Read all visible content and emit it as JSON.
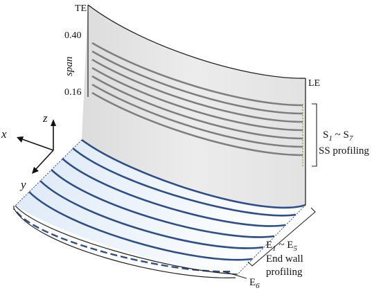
{
  "labels": {
    "te": "TE",
    "le": "LE",
    "span_axis": "span",
    "tick_top": "0.40",
    "tick_bottom": "0.16",
    "axis_x": "x",
    "axis_y": "y",
    "axis_z": "z",
    "ss_prefix": "S",
    "ss_sub1": "1",
    "ss_tilde": " ~ S",
    "ss_sub2": "7",
    "ss_caption": "SS profiling",
    "ew_prefix": "E",
    "ew_sub1": "1",
    "ew_tilde": " ~ E",
    "ew_sub2": "5",
    "ew_caption1": "End wall",
    "ew_caption2": "profiling",
    "e6_prefix": "E",
    "e6_sub": "6"
  },
  "colors": {
    "blade_fill": "#e6e6e6",
    "ss_line": "#7f7f7f",
    "endwall_line": "#2c4e8c",
    "endwall_fill": "#cfe0f3",
    "outline": "#222222"
  },
  "counts": {
    "ss_profiles": 7,
    "endwall_profiles": 5
  }
}
